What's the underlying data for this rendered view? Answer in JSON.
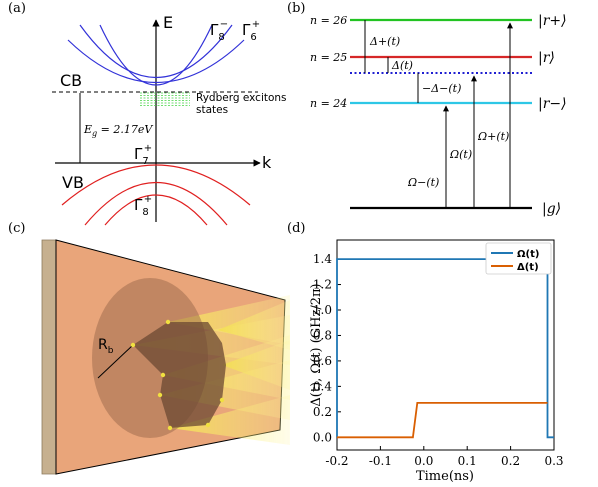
{
  "figure": {
    "panel_a": {
      "label": "(a)",
      "axis_energy": "E",
      "axis_momentum": "k",
      "band_cb": "CB",
      "band_vb": "VB",
      "gap_label": "E",
      "gap_sub": "g",
      "gap_value": " = 2.17eV",
      "rydberg_label_1": "Rydberg excitons",
      "rydberg_label_2": "states",
      "gamma8m": {
        "base": "Γ",
        "sub": "8",
        "sup": "−"
      },
      "gamma6p": {
        "base": "Γ",
        "sub": "6",
        "sup": "+"
      },
      "gamma7p": {
        "base": "Γ",
        "sub": "7",
        "sup": "+"
      },
      "gamma8p": {
        "base": "Γ",
        "sub": "8",
        "sup": "+"
      }
    },
    "panel_b": {
      "label": "(b)",
      "n26": "n = 26",
      "n25": "n = 25",
      "n24": "n = 24",
      "ket_rplus": "|r+⟩",
      "ket_r": "|r⟩",
      "ket_rminus": "|r−⟩",
      "ket_g": "|g⟩",
      "delta_plus": "Δ+(t)",
      "delta": "Δ(t)",
      "minus_delta_minus": "−Δ−(t)",
      "omega_plus": "Ω+(t)",
      "omega": "Ω(t)",
      "omega_minus": "Ω−(t)",
      "colors": {
        "rplus": "#22c322",
        "r": "#d62728",
        "rminus": "#2ec7e6",
        "g": "#000000",
        "detuned": "#0000cc"
      }
    },
    "panel_c": {
      "label": "(c)",
      "radius_label": "R",
      "radius_sub": "b"
    },
    "panel_d": {
      "label": "(d)",
      "ylabel": "Δ(t), Ω(t) (GHz/2π)",
      "xlabel": "Time(ns)",
      "legend_omega": "Ω(t)",
      "legend_delta": "Δ(t)"
    }
  },
  "chart_data": {
    "type": "line",
    "xlabel": "Time(ns)",
    "ylabel": "Δ(t), Ω(t) (GHz/2π)",
    "xlim": [
      -0.2,
      0.3
    ],
    "ylim": [
      -0.1,
      1.55
    ],
    "xticks": [
      "-0.2",
      "-0.1",
      "0.0",
      "0.1",
      "0.2",
      "0.3"
    ],
    "yticks": [
      "0.0",
      "0.2",
      "0.4",
      "0.6",
      "0.8",
      "1.0",
      "1.2",
      "1.4"
    ],
    "legend": "top-right",
    "series": [
      {
        "name": "Ω(t)",
        "color": "#1f77b4",
        "x": [
          -0.2,
          -0.2,
          0.285,
          0.285,
          0.3
        ],
        "y": [
          0.0,
          1.4,
          1.4,
          0.0,
          0.0
        ]
      },
      {
        "name": "Δ(t)",
        "color": "#d95f02",
        "x": [
          -0.2,
          -0.025,
          -0.015,
          0.285
        ],
        "y": [
          0.0,
          0.0,
          0.27,
          0.27
        ]
      }
    ]
  }
}
